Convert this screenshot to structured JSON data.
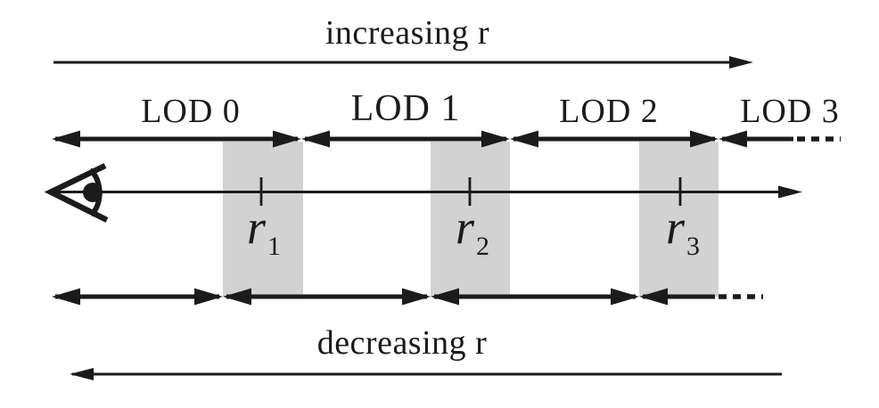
{
  "figure": {
    "top_arrow_label": "increasing r",
    "bottom_arrow_label": "decreasing r",
    "lod_ranges": [
      {
        "label": "LOD 0"
      },
      {
        "label": "LOD 1"
      },
      {
        "label": "LOD 2"
      },
      {
        "label": "LOD 3"
      }
    ],
    "thresholds": [
      {
        "base": "r",
        "sub": "1"
      },
      {
        "base": "r",
        "sub": "2"
      },
      {
        "base": "r",
        "sub": "3"
      }
    ],
    "icons": [
      {
        "name": "eye-icon",
        "meaning": "viewer / viewpoint at range origin"
      }
    ]
  },
  "colors": {
    "ink": "#1b1b1b",
    "band": "#d2d2d2",
    "background": "#ffffff"
  }
}
